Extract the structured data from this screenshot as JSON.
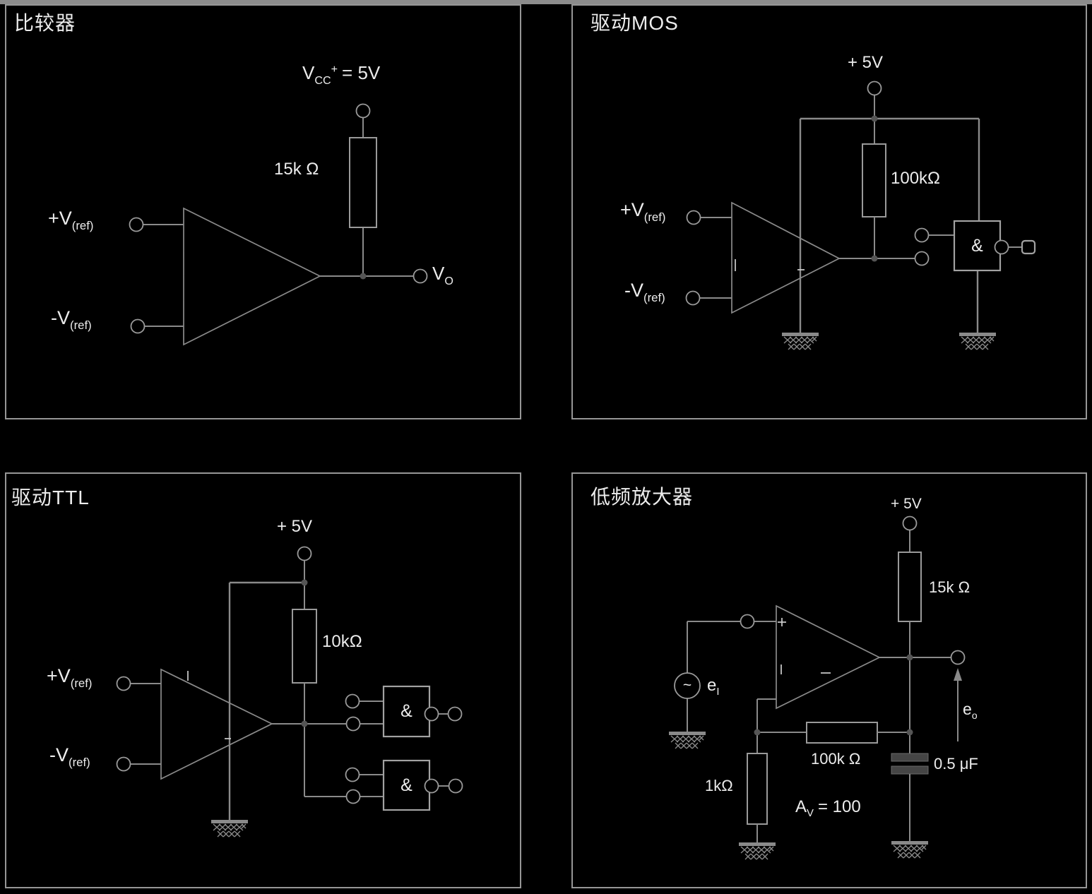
{
  "colors": {
    "background": "#000000",
    "panel_border": "#969696",
    "wire": "#8a8a8a",
    "text": "#ececec",
    "top_strip": "#8c8c8c"
  },
  "panels": {
    "comparator": {
      "title": "比较器",
      "vcc": {
        "base": "V",
        "sub": "CC",
        "sup": "+",
        "eq": "= 5V"
      },
      "pullup_resistor": "15k Ω",
      "input_pos": {
        "base": "+V",
        "sub": "(ref)"
      },
      "input_neg": {
        "base": "-V",
        "sub": "(ref)"
      },
      "output": {
        "base": "V",
        "sub": "O"
      }
    },
    "drive_mos": {
      "title": "驱动MOS",
      "supply": "+ 5V",
      "pullup_resistor": "100kΩ",
      "input_pos": {
        "base": "+V",
        "sub": "(ref)"
      },
      "input_neg": {
        "base": "-V",
        "sub": "(ref)"
      },
      "gate_label": "&"
    },
    "drive_ttl": {
      "title": "驱动TTL",
      "supply": "+ 5V",
      "pullup_resistor": "10kΩ",
      "input_pos": {
        "base": "+V",
        "sub": "(ref)"
      },
      "input_neg": {
        "base": "-V",
        "sub": "(ref)"
      },
      "gate1_label": "&",
      "gate2_label": "&"
    },
    "lf_amplifier": {
      "title": "低频放大器",
      "supply": "+ 5V",
      "pullup_resistor": "15k Ω",
      "feedback_resistor": "100k Ω",
      "ground_resistor": "1kΩ",
      "capacitor": "0.5 μF",
      "gain": {
        "base": "A",
        "sub": "V",
        "eq": "= 100"
      },
      "source": {
        "base": "e",
        "sub": "I",
        "symbol": "~"
      },
      "output": {
        "base": "e",
        "sub": "o"
      }
    }
  }
}
